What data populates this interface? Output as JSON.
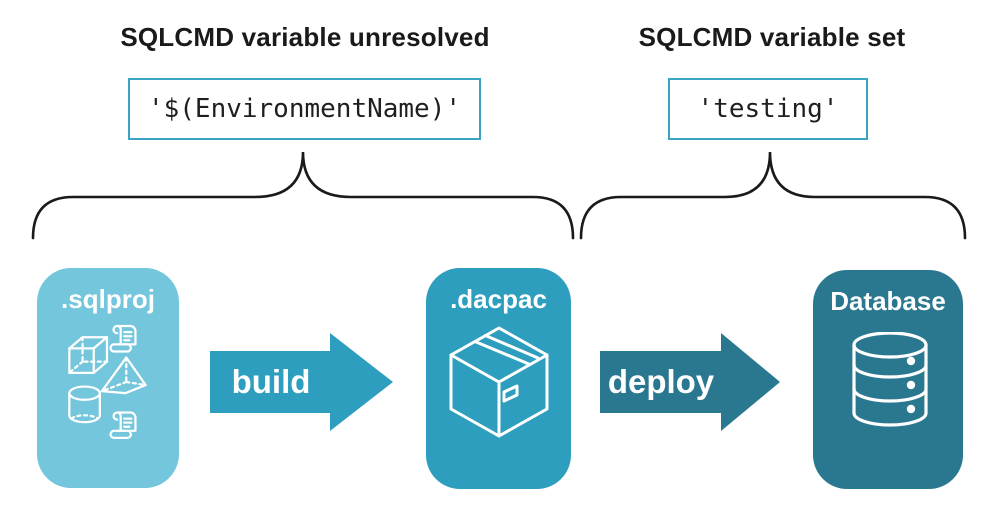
{
  "headings": {
    "unresolved": "SQLCMD variable unresolved",
    "set": "SQLCMD variable set"
  },
  "code_boxes": {
    "unresolved_value": "'$(EnvironmentName)'",
    "set_value": "'testing'"
  },
  "stages": {
    "sqlproj": {
      "label": ".sqlproj",
      "icons": [
        "cube-icon",
        "scroll-icon",
        "pyramid-icon",
        "cylinder-icon",
        "scroll-icon"
      ]
    },
    "dacpac": {
      "label": ".dacpac",
      "icons": [
        "package-icon"
      ]
    },
    "database": {
      "label": "Database",
      "icons": [
        "database-icon"
      ]
    }
  },
  "arrows": {
    "build": {
      "label": "build"
    },
    "deploy": {
      "label": "deploy"
    }
  },
  "colors": {
    "stage_sqlproj": "#73C6DB",
    "stage_dacpac": "#2E9EBE",
    "stage_database": "#2A7890",
    "arrow_build": "#2E9EBE",
    "arrow_deploy": "#2A7890",
    "code_border": "#3AA5C2",
    "text_dark": "#1A1A1A",
    "icon_stroke": "#FFFFFF",
    "background": "#FFFFFF"
  }
}
